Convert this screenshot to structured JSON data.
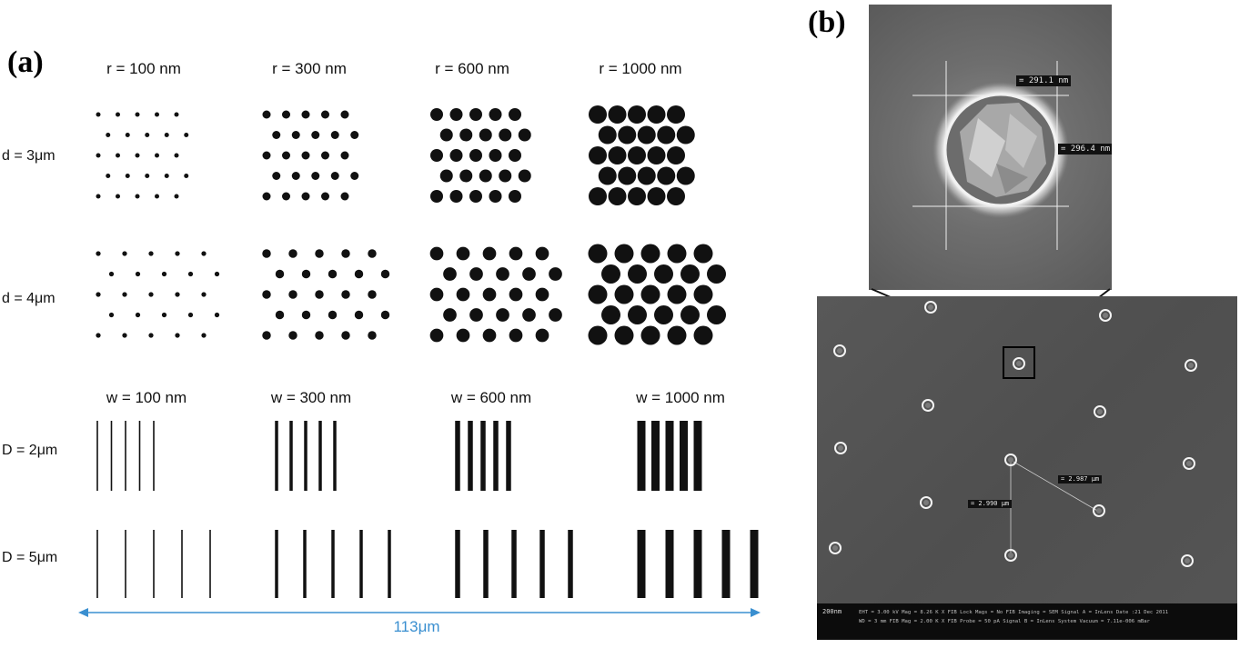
{
  "panel_a": {
    "letter": "(a)",
    "dot_columns": [
      "r = 100 nm",
      "r = 300 nm",
      "r = 600 nm",
      "r = 1000 nm"
    ],
    "dot_rows": [
      "d = 3μm",
      "d = 4μm"
    ],
    "line_columns": [
      "w = 100 nm",
      "w = 300 nm",
      "w = 600 nm",
      "w = 1000 nm"
    ],
    "line_rows": [
      "D = 2μm",
      "D = 5μm"
    ],
    "span_label": "113μm",
    "span_color": "#3a8fd0"
  },
  "panel_b": {
    "letter": "(b)",
    "zoom_labels": [
      "= 291.1 nm",
      "= 296.4 nm"
    ],
    "main_labels": [
      "= 2.987 μm",
      "= 2.990 μm"
    ],
    "scale_text": "200nm",
    "databar_lines": [
      "EHT = 3.00 kV   Mag = 8.26 K X   FIB Lock Mags = No   FIB Imaging = SEM   Signal A = InLens   Date :21 Dec 2011",
      "WD = 3 mm   FIB Mag = 2.00 K X   FIB Probe = 50 pA   Signal B = InLens   System Vacuum = 7.11e-006 mBar"
    ]
  }
}
